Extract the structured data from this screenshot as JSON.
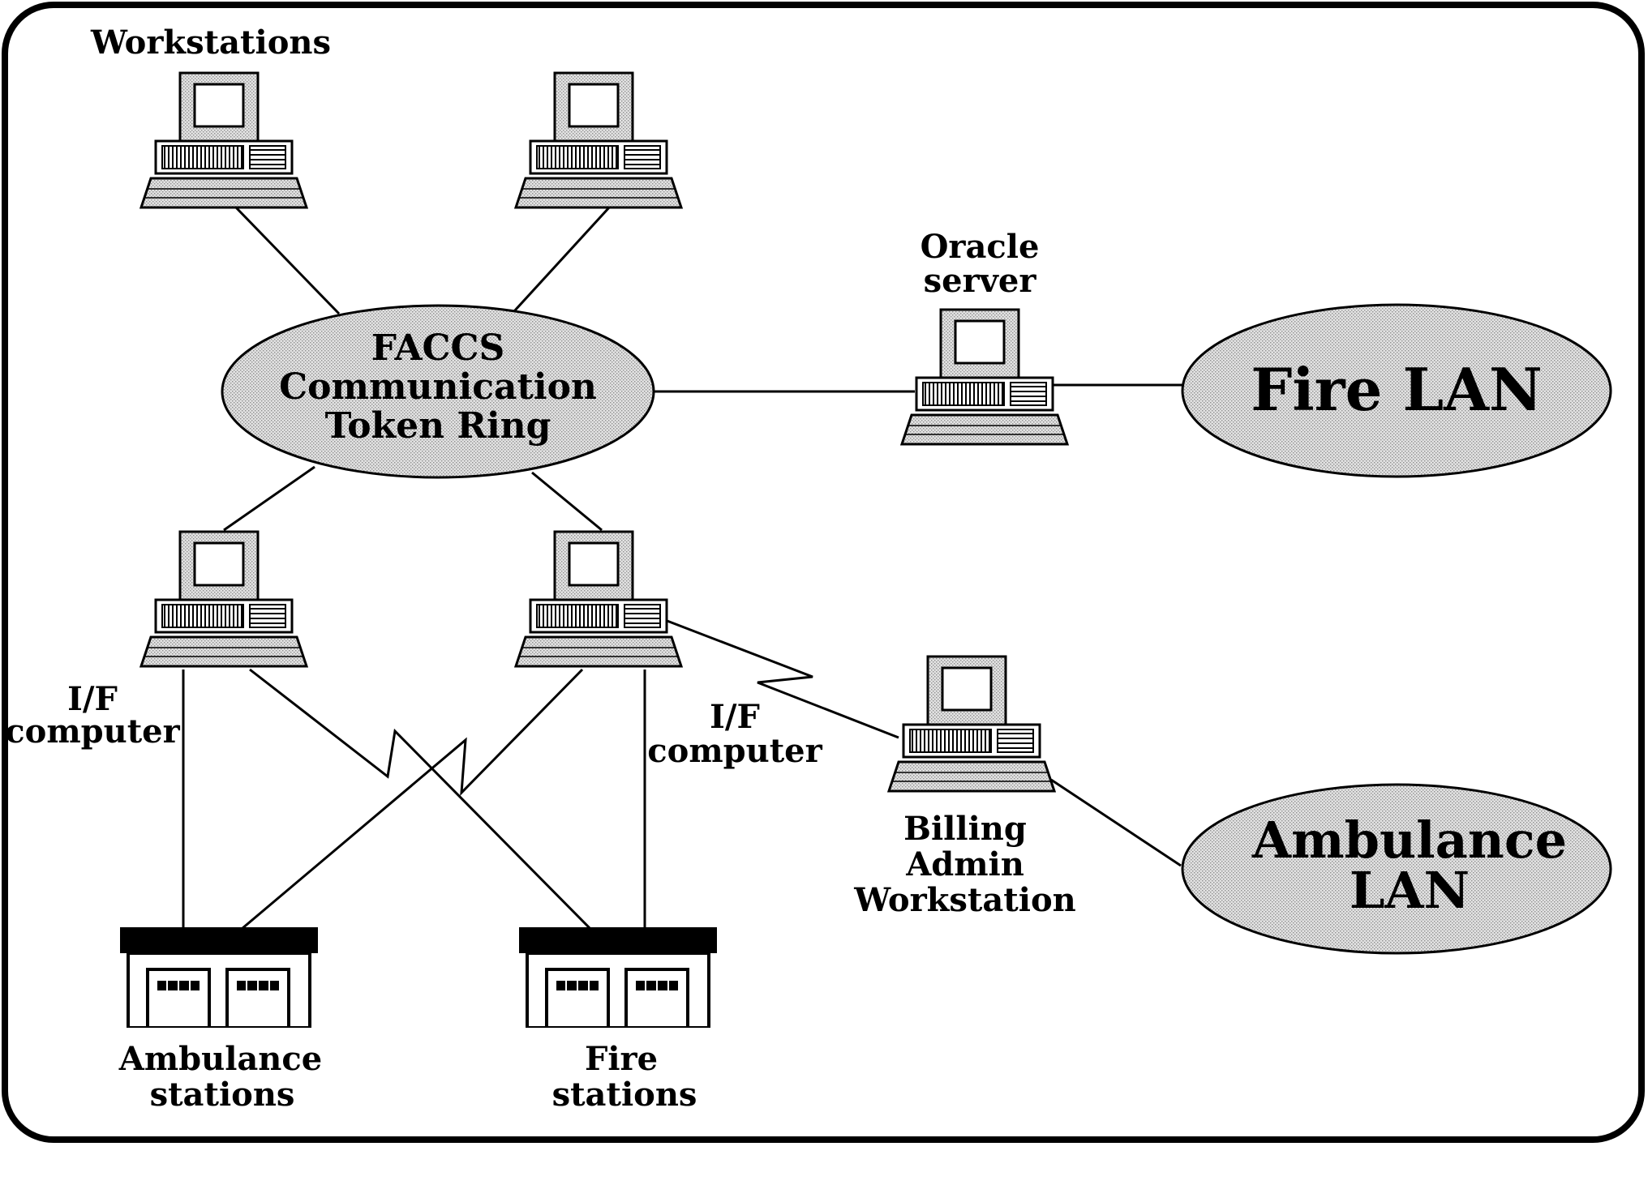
{
  "labels": {
    "workstations": "Workstations",
    "oracle_server": [
      "Oracle",
      "server"
    ],
    "token_ring": [
      "FACCS",
      "Communication",
      "Token  Ring"
    ],
    "fire_lan": "Fire  LAN",
    "ambulance_lan": [
      "Ambulance",
      "LAN"
    ],
    "if_computer_left": [
      "I/F",
      "computer"
    ],
    "if_computer_right": [
      "I/F",
      "computer"
    ],
    "billing_admin": [
      "Billing",
      "Admin",
      "Workstation"
    ],
    "ambulance_stations": [
      "Ambulance",
      "stations"
    ],
    "fire_stations": [
      "Fire",
      "stations"
    ]
  },
  "colors": {
    "ink": "#000000",
    "stipple_light": "#e2e2e2",
    "stipple_dark": "#8e8e8e",
    "paper": "#ffffff"
  },
  "icons": {
    "workstation": "computer-workstation-icon",
    "station": "station-building-icon"
  }
}
